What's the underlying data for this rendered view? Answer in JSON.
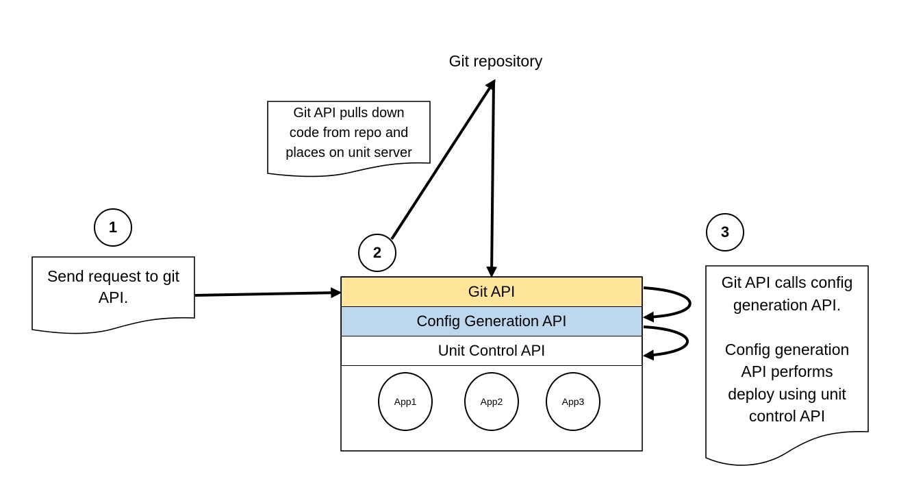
{
  "repo_label": "Git repository",
  "steps": [
    {
      "number": "1",
      "note": [
        "Send request to git",
        "API."
      ]
    },
    {
      "number": "2",
      "note": [
        "Git API pulls down",
        "code from repo and",
        "places on unit server"
      ]
    },
    {
      "number": "3",
      "note": [
        "Git API calls config",
        "generation API.",
        "",
        "Config generation",
        "API performs",
        "deploy using unit",
        "control API"
      ]
    }
  ],
  "server": {
    "layers": [
      {
        "label": "Git API",
        "color": "#ffe599"
      },
      {
        "label": "Config Generation API",
        "color": "#bdd7ee"
      },
      {
        "label": "Unit Control API",
        "color": "#ffffff"
      }
    ],
    "apps": [
      "App1",
      "App2",
      "App3"
    ]
  }
}
